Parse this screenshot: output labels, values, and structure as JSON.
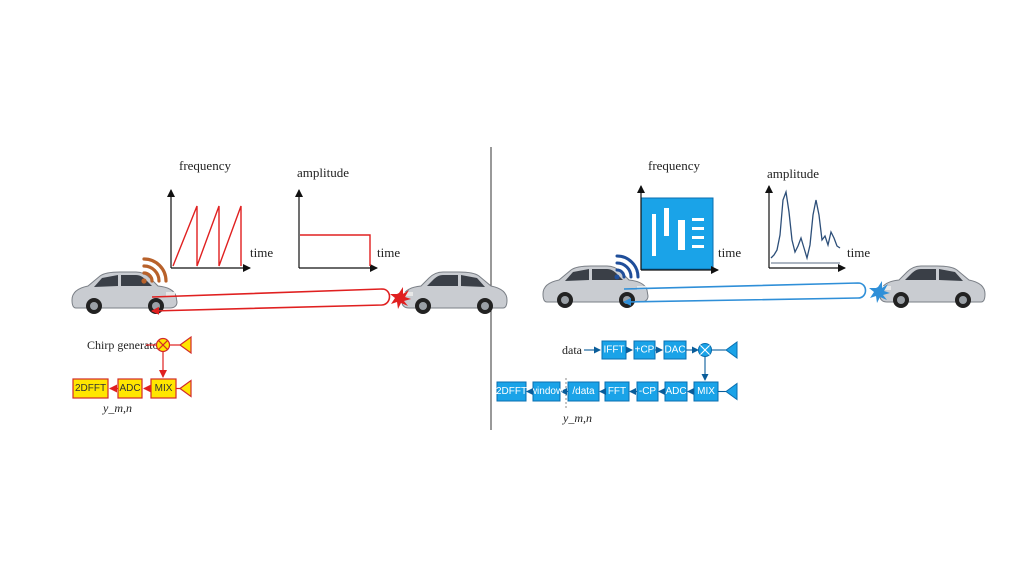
{
  "fmcw": {
    "freq_plot": {
      "ylabel": "frequency",
      "xlabel": "time"
    },
    "amp_plot": {
      "ylabel": "amplitude",
      "xlabel": "time"
    },
    "chirp_label": "Chirp generator",
    "blocks": {
      "fft2d": "2DFFT",
      "adc": "ADC",
      "mix": "MIX"
    },
    "output_symbol": "y_m,n",
    "colors": {
      "signal": "#e02020",
      "block_fill": "#ffe600",
      "block_border": "#d22a2a",
      "wifi": "#b8612a"
    }
  },
  "ofdm": {
    "freq_plot": {
      "ylabel": "frequency",
      "xlabel": "time"
    },
    "amp_plot": {
      "ylabel": "amplitude",
      "xlabel": "time"
    },
    "data_label": "data",
    "blocks": {
      "ifft": "IFFT",
      "add_cp": "+CP",
      "dac": "DAC",
      "mix": "MIX",
      "adc": "ADC",
      "remove_cp": "-CP",
      "fft": "FFT",
      "div_data": "/data",
      "window": "window",
      "fft2d": "2DFFT"
    },
    "output_symbol": "y_m,n",
    "colors": {
      "signal": "#2f8fd8",
      "block_fill": "#1aa3e8",
      "block_border": "#0a6fb0",
      "wifi": "#1f4e9a"
    }
  }
}
